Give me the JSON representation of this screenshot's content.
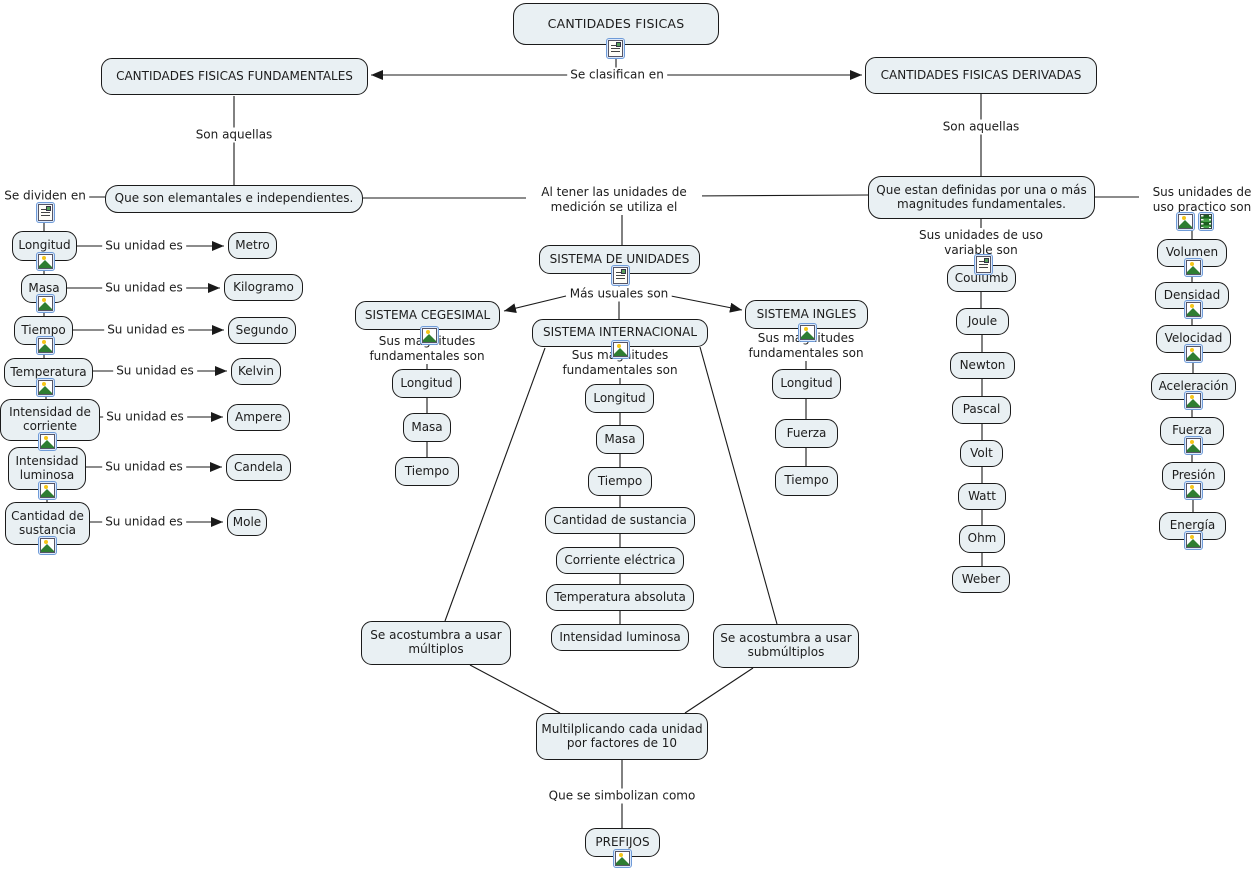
{
  "colors": {
    "node_fill": "#e9f0f3",
    "node_border": "#1a1a1a",
    "line": "#1a1a1a",
    "icon_frame": "#6f9bd8"
  },
  "root": {
    "label": "CANTIDADES FISICAS"
  },
  "classification": {
    "link": "Se clasifican en",
    "left": "CANTIDADES FISICAS FUNDAMENTALES",
    "right": "CANTIDADES FISICAS DERIVADAS"
  },
  "fundamental": {
    "son_aquellas": "Son aquellas",
    "definition": "Que son elemantales e independientes.",
    "se_dividen": "Se dividen en",
    "rows": [
      {
        "name": "Longitud",
        "link": "Su unidad es",
        "unit": "Metro"
      },
      {
        "name": "Masa",
        "link": "Su unidad es",
        "unit": "Kilogramo"
      },
      {
        "name": "Tiempo",
        "link": "Su unidad es",
        "unit": "Segundo"
      },
      {
        "name": "Temperatura",
        "link": "Su unidad es",
        "unit": "Kelvin"
      },
      {
        "name": "Intensidad de corriente",
        "link": "Su unidad es",
        "unit": "Ampere"
      },
      {
        "name": "Intensidad luminosa",
        "link": "Su unidad es",
        "unit": "Candela"
      },
      {
        "name": "Cantidad de sustancia",
        "link": "Su unidad es",
        "unit": "Mole"
      }
    ]
  },
  "derived": {
    "son_aquellas": "Son aquellas",
    "definition": "Que estan definidas por una o más magnitudes fundamentales.",
    "variable_link": "Sus unidades de uso variable son",
    "variable_units": [
      "Coulumb",
      "Joule",
      "Newton",
      "Pascal",
      "Volt",
      "Watt",
      "Ohm",
      "Weber"
    ],
    "practical_link": "Sus unidades de uso practico son",
    "practical_units": [
      "Volumen",
      "Densidad",
      "Velocidad",
      "Aceleración",
      "Fuerza",
      "Presión",
      "Energía"
    ]
  },
  "systems": {
    "al_tener": "Al tener las unidades de medición se utiliza el",
    "sistema_de_unidades": "SISTEMA DE UNIDADES",
    "mas_usuales": "Más usuales son",
    "cegesimal": {
      "title": "SISTEMA CEGESIMAL",
      "link": "Sus magnitudes fundamentales son",
      "magnitudes": [
        "Longitud",
        "Masa",
        "Tiempo"
      ]
    },
    "internacional": {
      "title": "SISTEMA INTERNACIONAL",
      "link": "Sus magnitudes fundamentales son",
      "magnitudes": [
        "Longitud",
        "Masa",
        "Tiempo",
        "Cantidad de sustancia",
        "Corriente eléctrica",
        "Temperatura absoluta",
        "Intensidad luminosa"
      ]
    },
    "ingles": {
      "title": "SISTEMA INGLES",
      "link": "Sus magnitudes fundamentales son",
      "magnitudes": [
        "Longitud",
        "Fuerza",
        "Tiempo"
      ]
    }
  },
  "prefixes": {
    "multiplos": "Se acostumbra a usar múltiplos",
    "submultiplos": "Se acostumbra a usar submúltiplos",
    "multiplicando": "Multilplicando cada unidad por factores de 10",
    "simbolizan": "Que se simbolizan como",
    "prefijos": "PREFIJOS"
  }
}
